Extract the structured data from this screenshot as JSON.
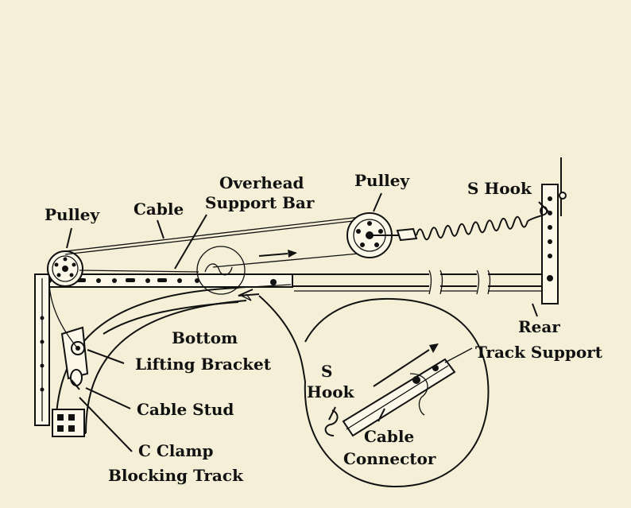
{
  "labels": {
    "pulley_left": "Pulley",
    "cable": "Cable",
    "overhead_line1": "Overhead",
    "overhead_line2": "Support Bar",
    "pulley_right": "Pulley",
    "s_hook_top": "S Hook",
    "bottom": "Bottom",
    "lifting_bracket": "Lifting Bracket",
    "cable_stud": "Cable Stud",
    "c_clamp": "C Clamp",
    "blocking_track": "Blocking Track",
    "rear": "Rear",
    "track_support": "Track Support",
    "detail_s": "S",
    "detail_hook": "Hook",
    "detail_cable": "Cable",
    "detail_connector": "Connector"
  },
  "colors": {
    "background": "#f4efd6",
    "ink": "#111111",
    "metal": "#fbf8ea"
  }
}
